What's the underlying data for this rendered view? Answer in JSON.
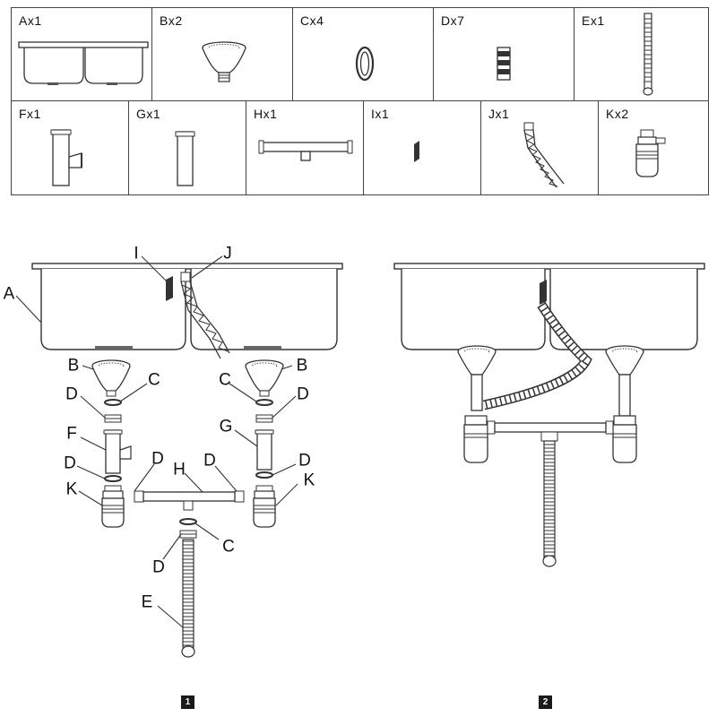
{
  "parts": {
    "row1": [
      {
        "label": "Ax1",
        "icon": "double-sink-icon"
      },
      {
        "label": "Bx2",
        "icon": "strainer-basket-icon"
      },
      {
        "label": "Cx4",
        "icon": "washer-ring-icon"
      },
      {
        "label": "Dx7",
        "icon": "nut-icon"
      },
      {
        "label": "Ex1",
        "icon": "flexible-hose-icon"
      }
    ],
    "row2": [
      {
        "label": "Fx1",
        "icon": "tee-pipe-icon"
      },
      {
        "label": "Gx1",
        "icon": "straight-pipe-icon"
      },
      {
        "label": "Hx1",
        "icon": "horizontal-connector-icon"
      },
      {
        "label": "Ix1",
        "icon": "overflow-clip-icon"
      },
      {
        "label": "Jx1",
        "icon": "overflow-hose-icon"
      },
      {
        "label": "Kx2",
        "icon": "bottle-trap-icon"
      }
    ]
  },
  "callouts": {
    "A": "A",
    "B": "B",
    "C": "C",
    "D": "D",
    "E": "E",
    "F": "F",
    "G": "G",
    "H": "H",
    "I": "I",
    "J": "J",
    "K": "K"
  },
  "steps": {
    "step1": "1",
    "step2": "2"
  }
}
